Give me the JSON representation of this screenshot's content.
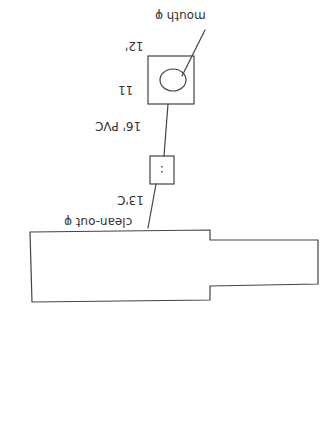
{
  "diagram": {
    "labels": [
      "mouth φ",
      "12'",
      "11",
      "16' PVC",
      ":",
      "13'C",
      "clean-out φ"
    ]
  }
}
